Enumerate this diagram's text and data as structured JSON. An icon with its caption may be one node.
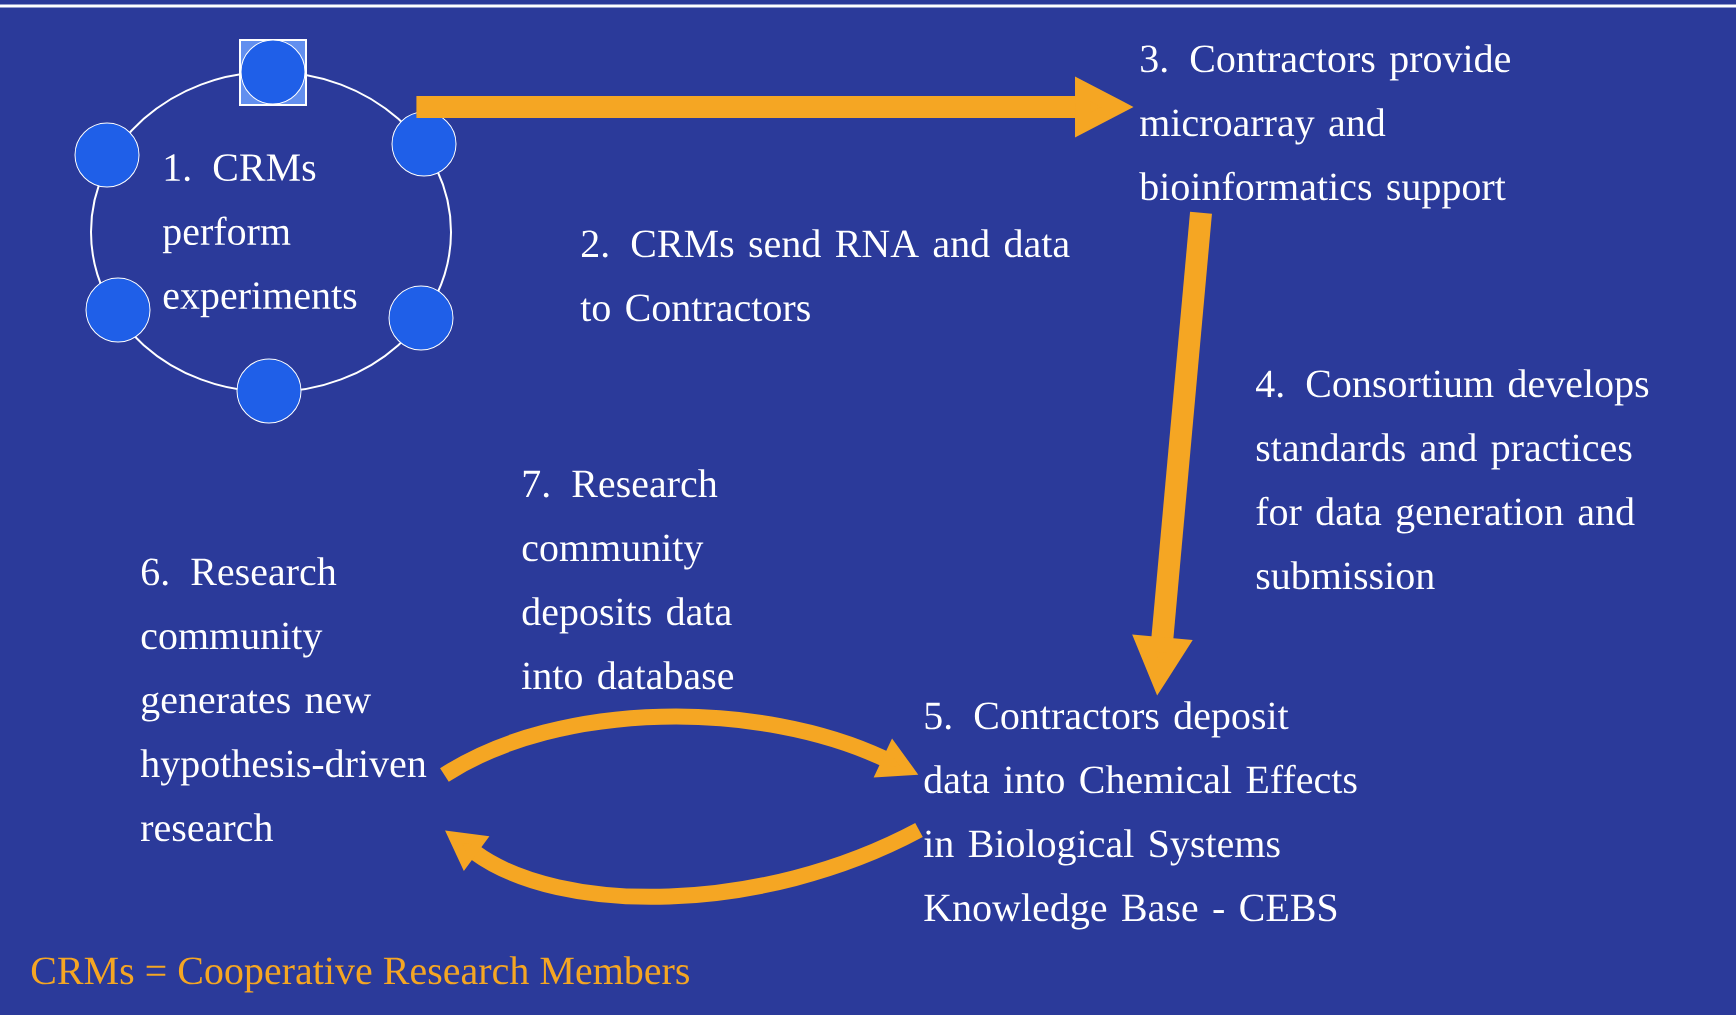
{
  "diagram": {
    "nodes": [
      {
        "text": [
          "1. CRMs perform experiments"
        ]
      },
      {
        "text": [
          "3. Contractors provide microarray and bioinformatics support"
        ]
      },
      {
        "text": [
          "5. Contractors deposit data into Chemical Effects in Biological Systems Knowledge Base - CEBS"
        ]
      },
      {
        "text": [
          "6. Research community generates new hypothesis-driven research"
        ]
      }
    ],
    "edges": [
      {
        "from": 0,
        "to": 1,
        "arrow": "to",
        "label": "2. CRMs send RNA and data to Contractors"
      },
      {
        "from": 1,
        "to": 2,
        "arrow": "to",
        "label": "4. Consortium develops standards and practices for data generation and submission"
      },
      {
        "from": 3,
        "to": 2,
        "arrow": "to",
        "label": "7. Research community deposits data into database"
      },
      {
        "from": 2,
        "to": 3,
        "arrow": "to"
      }
    ],
    "labels": [
      "CRMs = Cooperative Research Members"
    ]
  }
}
